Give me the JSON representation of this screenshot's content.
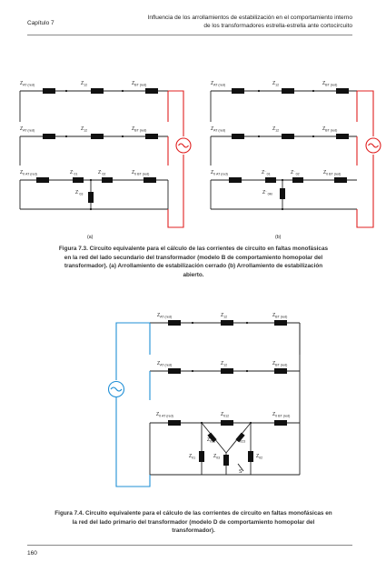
{
  "header": {
    "chapter": "Capítulo 7",
    "title_line1": "Influencia de los arrollamientos de estabilización en el comportamiento interno",
    "title_line2": "de los transformadores estrella-estrella ante cortocircuito"
  },
  "figure_7_3": {
    "label_a": "(a)",
    "label_b": "(b)",
    "caption_bold": "Figura 7.3. Circuito equivalente para el cálculo de las corrientes de circuito en faltas monofásicas en la red del lado secundario del transformador (modelo B de comportamiento homopolar del transformador). (a) Arrollamiento de estabilización cerrado (b) Arrollamiento de estabilización abierto.",
    "left": {
      "z_at": "Z",
      "z_at_sub": "AT (red)",
      "z_12": "Z",
      "z_12_sub": "12",
      "z_bt": "Z",
      "z_bt_sub": "BT (red)",
      "z0_at_sub": "0 AT (red)",
      "z01_sub": "01",
      "z02_sub": "02",
      "z0_bt_sub": "0 BT (red)",
      "z03_sub": "03",
      "prime": "´"
    },
    "right": {
      "z0m_sub": "0M",
      "z01_sub": "01",
      "z02_sub": "02",
      "primes": "´´"
    }
  },
  "figure_7_4": {
    "z_at_sub": "AT (red)",
    "z_12_sub": "12",
    "z_bt_sub": "BT (red)",
    "z0_at_sub": "0 AT (red)",
    "z012_sub": "012",
    "z0_bt_sub": "0 BT (red)",
    "z013_sub": "013",
    "z023_sub": "023",
    "z01_sub": "01",
    "z03_sub": "03",
    "z02_sub": "02",
    "switch_label": "S",
    "caption": "Figura 7.4. Circuito equivalente para el cálculo de las corrientes de circuito en faltas monofásicas en la red del lado primario del transformador (modelo D de comportamiento homopolar del transformador)."
  },
  "footer": {
    "page_number": "160"
  }
}
